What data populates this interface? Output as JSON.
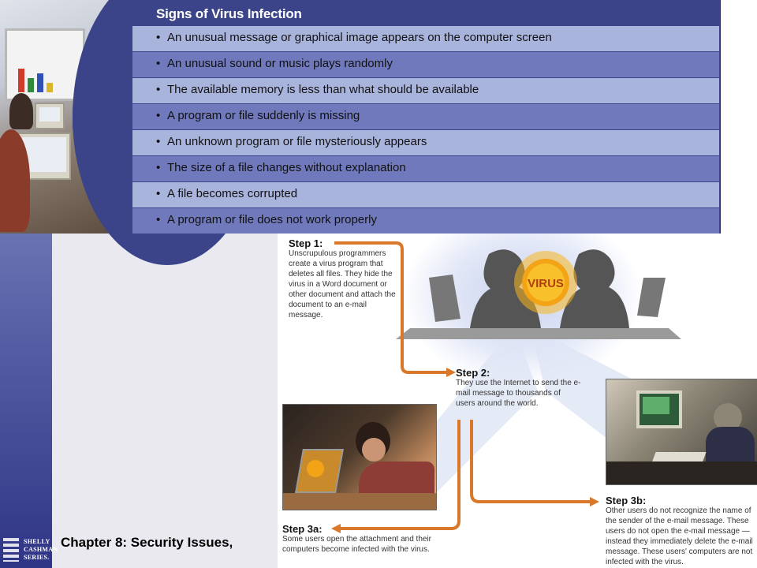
{
  "table": {
    "title": "Signs of Virus Infection",
    "items": [
      "An unusual message or graphical image appears on the computer screen",
      "An unusual sound or music plays randomly",
      "The available memory is less than what should be available",
      "A program or file suddenly is missing",
      "An unknown program or file mysteriously appears",
      "The size of a file changes without explanation",
      "A file becomes corrupted",
      "A program or file does not work properly"
    ]
  },
  "diagram": {
    "virus_label": "VIRUS",
    "step1": {
      "title": "Step 1:",
      "text": "Unscrupulous programmers create a virus program that deletes all files. They hide the virus in a Word document or other document and attach the document to an e-mail message."
    },
    "step2": {
      "title": "Step 2:",
      "text": "They use the Internet to send the e-mail message to thousands of users around the world."
    },
    "step3a": {
      "title": "Step 3a:",
      "text": "Some users open the attachment and their computers become infected with the virus."
    },
    "step3b": {
      "title": "Step 3b:",
      "text": "Other users do not recognize the name of the sender of the e-mail message. These users do not open the e-mail message — instead they immediately delete the e-mail message. These users' computers are not infected with the virus."
    }
  },
  "logo": {
    "line1": "SHELLY",
    "line2": "CASHMAN",
    "line3": "SERIES."
  },
  "footer": {
    "text": "Chapter 8: Security Issues,"
  },
  "colors": {
    "accent_orange": "#d9782a",
    "table_dark": "#3b4488",
    "row_light": "#a9b4dd",
    "row_dark": "#6f79bb"
  }
}
